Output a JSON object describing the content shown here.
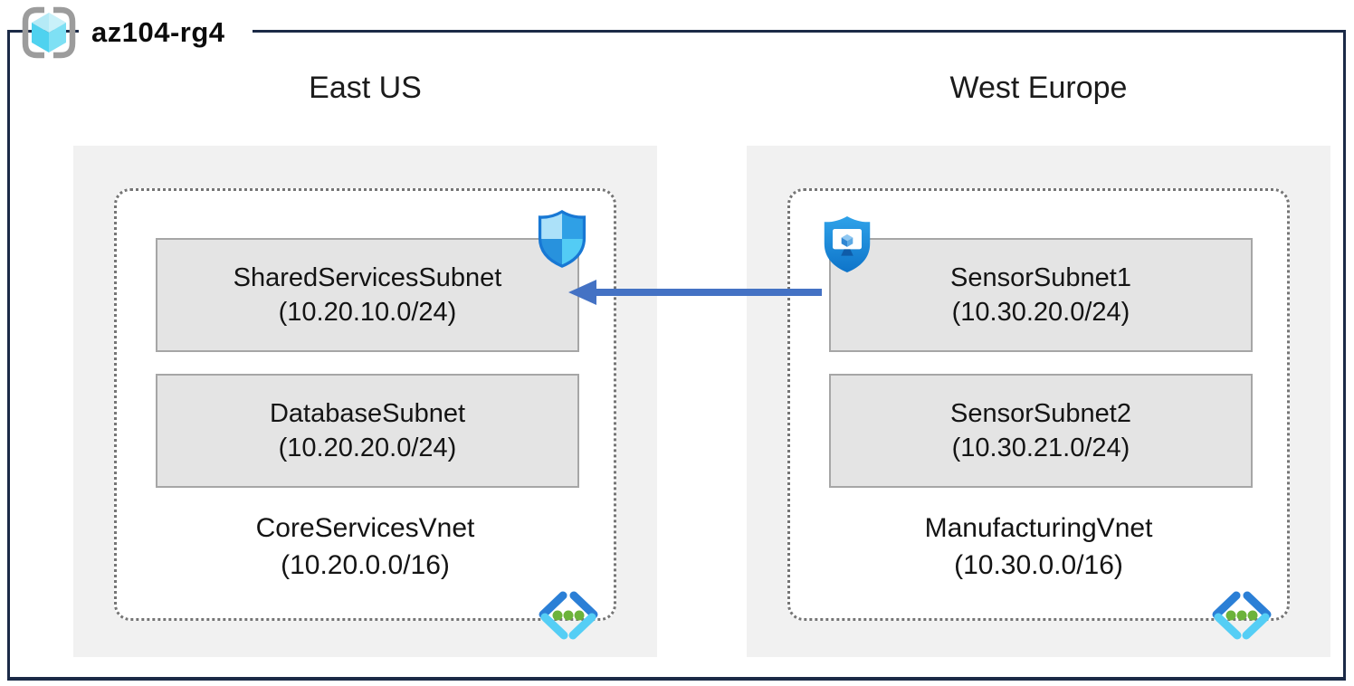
{
  "title": {
    "resource_group": "az104-rg4"
  },
  "regions": [
    {
      "name": "East US",
      "vnet": {
        "name": "CoreServicesVnet",
        "cidr": "(10.20.0.0/16)",
        "subnets": [
          {
            "name": "SharedServicesSubnet",
            "cidr": "(10.20.10.0/24)"
          },
          {
            "name": "DatabaseSubnet",
            "cidr": "(10.20.20.0/24)"
          }
        ]
      }
    },
    {
      "name": "West Europe",
      "vnet": {
        "name": "ManufacturingVnet",
        "cidr": "(10.30.0.0/16)",
        "subnets": [
          {
            "name": "SensorSubnet1",
            "cidr": "(10.30.20.0/24)"
          },
          {
            "name": "SensorSubnet2",
            "cidr": "(10.30.21.0/24)"
          }
        ]
      }
    }
  ],
  "icons": {
    "resource_group": "resource-group-icon",
    "network_security_group": "nsg-shield-icon",
    "application_security_group": "asg-shield-icon",
    "virtual_network": "virtual-network-icon"
  },
  "arrow": {
    "from": "SensorSubnet1",
    "to": "SharedServicesSubnet",
    "direction": "left"
  },
  "colors": {
    "border_navy": "#1B2A47",
    "arrow_blue": "#4472C4",
    "region_bg": "#F1F1F1",
    "subnet_bg": "#E4E4E4",
    "subnet_border": "#A6A6A6",
    "dotted_border": "#757575",
    "shield_outline_blue": "#1878D4",
    "cyan": "#55CEF5",
    "green_dot": "#6CB33B"
  }
}
